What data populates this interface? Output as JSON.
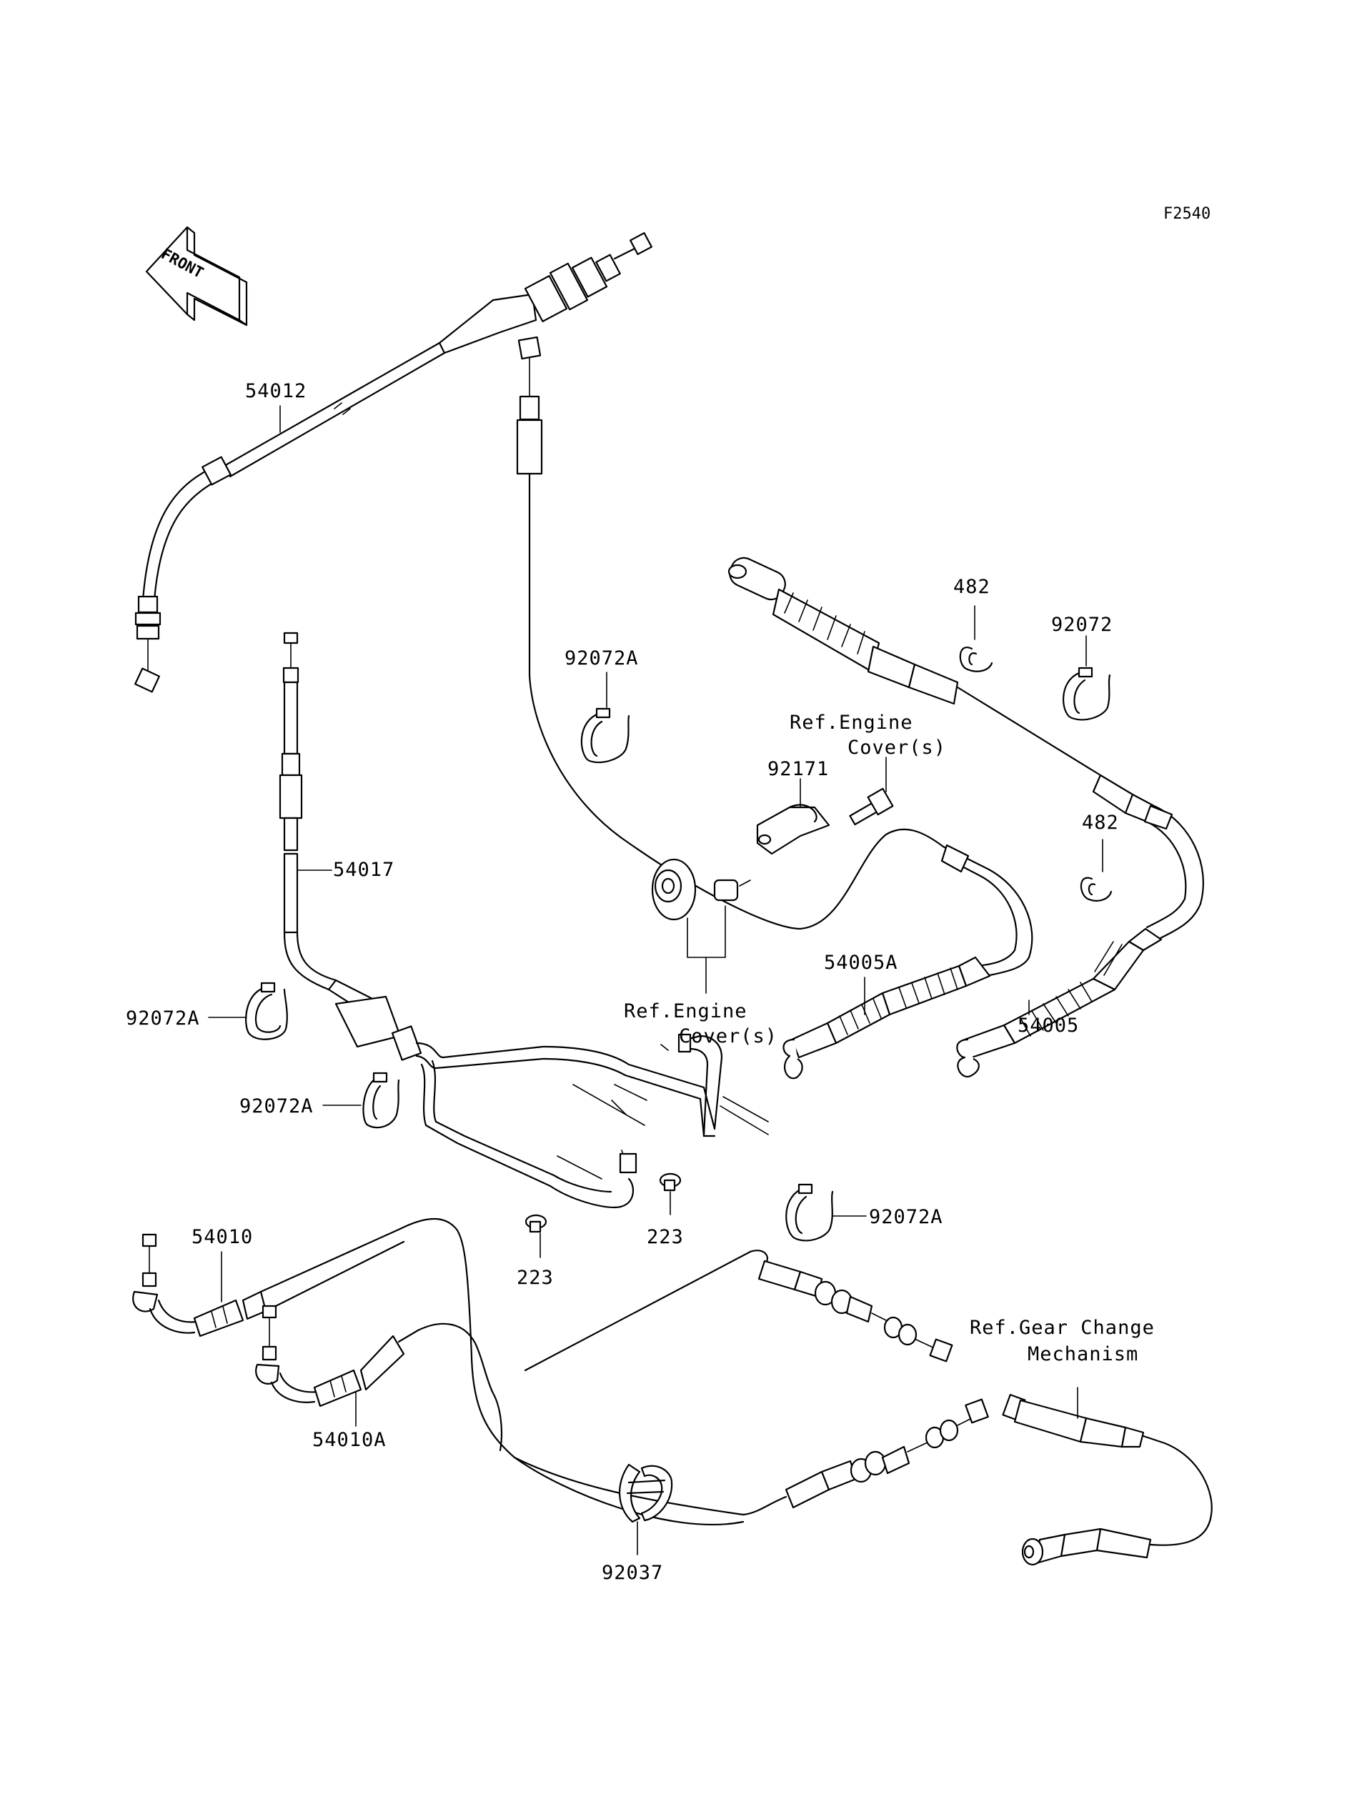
{
  "figure_code": "F2540",
  "front_arrow": {
    "text": "FRONT",
    "icon": "front-arrow-icon"
  },
  "part_labels": [
    {
      "id": "p54012",
      "text": "54012"
    },
    {
      "id": "p54017",
      "text": "54017"
    },
    {
      "id": "p92072A_a",
      "text": "92072A"
    },
    {
      "id": "p92072A_b",
      "text": "92072A"
    },
    {
      "id": "p92072A_c",
      "text": "92072A"
    },
    {
      "id": "p92072A_d",
      "text": "92072A"
    },
    {
      "id": "p482_a",
      "text": "482"
    },
    {
      "id": "p482_b",
      "text": "482"
    },
    {
      "id": "p92072",
      "text": "92072"
    },
    {
      "id": "p92171",
      "text": "92171"
    },
    {
      "id": "p54005A",
      "text": "54005A"
    },
    {
      "id": "p54005",
      "text": "54005"
    },
    {
      "id": "p223_a",
      "text": "223"
    },
    {
      "id": "p223_b",
      "text": "223"
    },
    {
      "id": "p54010",
      "text": "54010"
    },
    {
      "id": "p54010A",
      "text": "54010A"
    },
    {
      "id": "p92037",
      "text": "92037"
    }
  ],
  "references": [
    {
      "id": "ref_engine_top",
      "lines": [
        "Ref.Engine",
        "Cover(s)"
      ]
    },
    {
      "id": "ref_engine_mid",
      "lines": [
        "Ref.Engine",
        "Cover(s)"
      ]
    },
    {
      "id": "ref_gear",
      "lines": [
        "Ref.Gear Change",
        "Mechanism"
      ]
    }
  ]
}
